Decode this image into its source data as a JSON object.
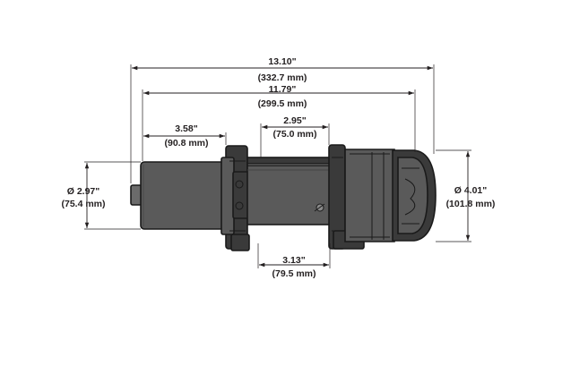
{
  "dimensions": {
    "overall_length": {
      "inches": "13.10\"",
      "mm": "(332.7 mm)"
    },
    "mount_length": {
      "inches": "11.79\"",
      "mm": "(299.5 mm)"
    },
    "motor_length": {
      "inches": "3.58\"",
      "mm": "(90.8 mm)"
    },
    "drum_length": {
      "inches": "2.95\"",
      "mm": "(75.0 mm)"
    },
    "motor_diameter": {
      "inches": "Ø 2.97\"",
      "mm": "(75.4 mm)"
    },
    "height": {
      "inches": "Ø 4.01\"",
      "mm": "(101.8 mm)"
    },
    "base_width": {
      "inches": "3.13\"",
      "mm": "(79.5 mm)"
    }
  }
}
